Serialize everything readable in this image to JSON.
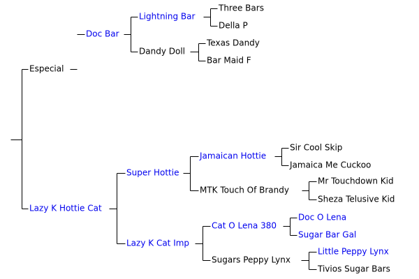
{
  "colors": {
    "text": "#000000",
    "link": "#0000ee",
    "line": "#000000"
  },
  "people": {
    "especial": {
      "name": "Especial",
      "link": false
    },
    "doc_bar": {
      "name": "Doc Bar",
      "link": true
    },
    "lightning_bar": {
      "name": "Lightning Bar",
      "link": true
    },
    "three_bars": {
      "name": "Three Bars",
      "link": false
    },
    "della_p": {
      "name": "Della P",
      "link": false
    },
    "dandy_doll": {
      "name": "Dandy Doll",
      "link": false
    },
    "texas_dandy": {
      "name": "Texas Dandy",
      "link": false
    },
    "bar_maid_f": {
      "name": "Bar Maid F",
      "link": false
    },
    "lazy_k_hottie_cat": {
      "name": "Lazy K Hottie Cat",
      "link": true
    },
    "super_hottie": {
      "name": "Super Hottie",
      "link": true
    },
    "jamaican_hottie": {
      "name": "Jamaican Hottie",
      "link": true
    },
    "sir_cool_skip": {
      "name": "Sir Cool Skip",
      "link": false
    },
    "jamaica_me_cuckoo": {
      "name": "Jamaica Me Cuckoo",
      "link": false
    },
    "mtk_touch_of_brandy": {
      "name": "MTK Touch Of Brandy",
      "link": false
    },
    "mr_touchdown_kid": {
      "name": "Mr Touchdown Kid",
      "link": false
    },
    "sheza_telusive_kid": {
      "name": "Sheza Telusive Kid",
      "link": false
    },
    "lazy_k_cat_imp": {
      "name": "Lazy K Cat Imp",
      "link": true
    },
    "cat_o_lena_380": {
      "name": "Cat O Lena 380",
      "link": true
    },
    "doc_o_lena": {
      "name": "Doc O Lena",
      "link": true
    },
    "sugar_bar_gal": {
      "name": "Sugar Bar Gal",
      "link": true
    },
    "sugars_peppy_lynx": {
      "name": "Sugars Peppy Lynx",
      "link": false
    },
    "little_peppy_lynx": {
      "name": "Little Peppy Lynx",
      "link": true
    },
    "tivios_sugar_bars": {
      "name": "Tivios Sugar Bars",
      "link": false
    }
  },
  "tree": {
    "id": "subject",
    "children": [
      {
        "id": "especial",
        "children": [
          {
            "id": "doc_bar",
            "children": [
              {
                "id": "lightning_bar",
                "children": [
                  {
                    "id": "three_bars"
                  },
                  {
                    "id": "della_p"
                  }
                ]
              },
              {
                "id": "dandy_doll",
                "children": [
                  {
                    "id": "texas_dandy"
                  },
                  {
                    "id": "bar_maid_f"
                  }
                ]
              }
            ]
          }
        ]
      },
      {
        "id": "lazy_k_hottie_cat",
        "children": [
          {
            "id": "super_hottie",
            "children": [
              {
                "id": "jamaican_hottie",
                "children": [
                  {
                    "id": "sir_cool_skip"
                  },
                  {
                    "id": "jamaica_me_cuckoo"
                  }
                ]
              },
              {
                "id": "mtk_touch_of_brandy",
                "children": [
                  {
                    "id": "mr_touchdown_kid"
                  },
                  {
                    "id": "sheza_telusive_kid"
                  }
                ]
              }
            ]
          },
          {
            "id": "lazy_k_cat_imp",
            "children": [
              {
                "id": "cat_o_lena_380",
                "children": [
                  {
                    "id": "doc_o_lena"
                  },
                  {
                    "id": "sugar_bar_gal"
                  }
                ]
              },
              {
                "id": "sugars_peppy_lynx",
                "children": [
                  {
                    "id": "little_peppy_lynx"
                  },
                  {
                    "id": "tivios_sugar_bars"
                  }
                ]
              }
            ]
          }
        ]
      }
    ]
  }
}
